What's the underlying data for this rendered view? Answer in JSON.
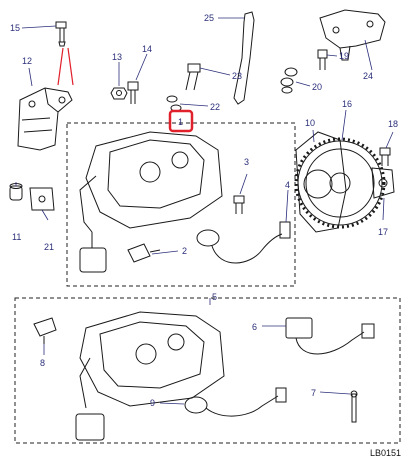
{
  "diagram": {
    "reference_code": "LB0151",
    "highlighted_callout": "1",
    "highlight_color": "#e0202a",
    "callout_color": "#2b2f7a",
    "callouts": {
      "c1": "1",
      "c2": "2",
      "c3": "3",
      "c4": "4",
      "c5": "5",
      "c6": "6",
      "c7": "7",
      "c8": "8",
      "c9": "9",
      "c10": "10",
      "c11": "11",
      "c12": "12",
      "c13": "13",
      "c14": "14",
      "c15": "15",
      "c16": "16",
      "c17": "17",
      "c18": "18",
      "c19": "19",
      "c20": "20",
      "c21": "21",
      "c22": "22",
      "c23": "23",
      "c24": "24",
      "c25": "25"
    }
  }
}
